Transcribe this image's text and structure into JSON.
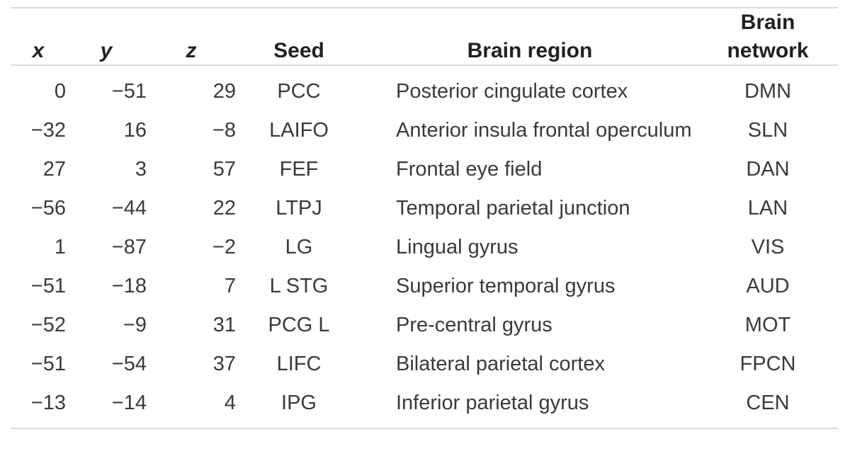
{
  "table": {
    "columns": [
      {
        "key": "x",
        "label": "x",
        "align": "right",
        "style": "italic"
      },
      {
        "key": "y",
        "label": "y",
        "align": "right",
        "style": "italic"
      },
      {
        "key": "z",
        "label": "z",
        "align": "right",
        "style": "italic"
      },
      {
        "key": "seed",
        "label": "Seed",
        "align": "center",
        "style": "upright"
      },
      {
        "key": "region",
        "label": "Brain region",
        "align": "left",
        "style": "upright"
      },
      {
        "key": "network",
        "label": "Brain network",
        "align": "center",
        "style": "upright"
      }
    ],
    "headers": {
      "x": "x",
      "y": "y",
      "z": "z",
      "seed": "Seed",
      "region": "Brain region",
      "network_line1": "Brain",
      "network_line2": "network"
    },
    "rows": [
      {
        "x": "0",
        "y": "−51",
        "z": "29",
        "seed": "PCC",
        "region": "Posterior cingulate cortex",
        "network": "DMN"
      },
      {
        "x": "−32",
        "y": "16",
        "z": "−8",
        "seed": "LAIFO",
        "region": "Anterior insula frontal operculum",
        "network": "SLN"
      },
      {
        "x": "27",
        "y": "3",
        "z": "57",
        "seed": "FEF",
        "region": "Frontal eye field",
        "network": "DAN"
      },
      {
        "x": "−56",
        "y": "−44",
        "z": "22",
        "seed": "LTPJ",
        "region": "Temporal parietal junction",
        "network": "LAN"
      },
      {
        "x": "1",
        "y": "−87",
        "z": "−2",
        "seed": "LG",
        "region": "Lingual gyrus",
        "network": "VIS"
      },
      {
        "x": "−51",
        "y": "−18",
        "z": "7",
        "seed": "L STG",
        "region": "Superior temporal gyrus",
        "network": "AUD"
      },
      {
        "x": "−52",
        "y": "−9",
        "z": "31",
        "seed": "PCG L",
        "region": "Pre-central gyrus",
        "network": "MOT"
      },
      {
        "x": "−51",
        "y": "−54",
        "z": "37",
        "seed": "LIFC",
        "region": "Bilateral parietal cortex",
        "network": "FPCN"
      },
      {
        "x": "−13",
        "y": "−14",
        "z": "4",
        "seed": "IPG",
        "region": "Inferior parietal gyrus",
        "network": "CEN"
      }
    ]
  },
  "colors": {
    "text": "#231f20",
    "body_text": "#3a3a3a",
    "rule": "#d9d9d9",
    "background": "#ffffff"
  }
}
